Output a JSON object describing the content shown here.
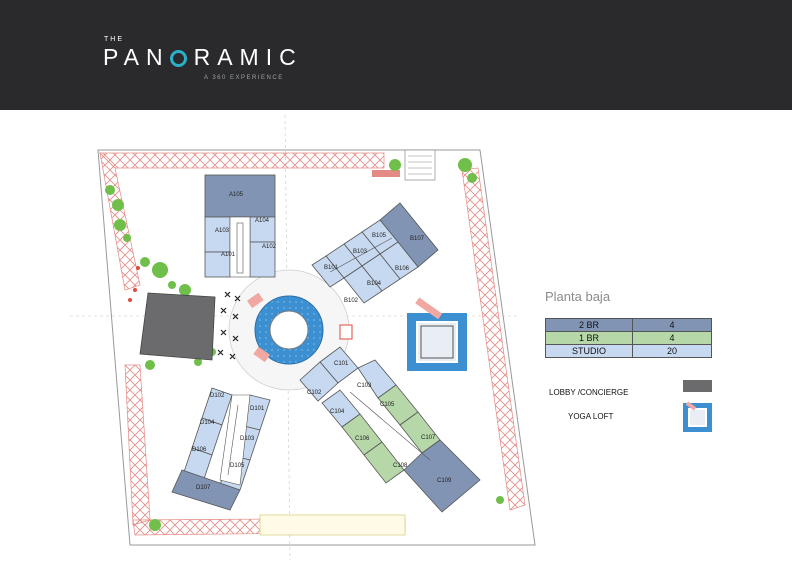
{
  "header": {
    "logo_the": "THE",
    "logo_part1": "PAN",
    "logo_part2": "RAMIC",
    "logo_tagline": "A 360 EXPERIENCE",
    "ring_color": "#2bb0c8",
    "bg_color": "#2a2a2c"
  },
  "colors": {
    "two_br": "#8294b4",
    "one_br": "#b6d7a8",
    "studio": "#c7d9f0",
    "lobby": "#6b6b6e",
    "pool": "#3c8fd0",
    "fence": "#e38a84",
    "tree": "#6fbf4a"
  },
  "plan": {
    "units": {
      "a": [
        "A105",
        "A104",
        "A103",
        "A102",
        "A101"
      ],
      "b": [
        "B107",
        "B105",
        "B103",
        "B101",
        "B106",
        "B104",
        "B102"
      ],
      "c": [
        "C101",
        "C102",
        "C103",
        "C104",
        "C105",
        "C106",
        "C107",
        "C108",
        "C109"
      ],
      "d": [
        "D102",
        "D101",
        "D104",
        "D103",
        "D106",
        "D105",
        "D107"
      ]
    }
  },
  "legend": {
    "title": "Planta baja",
    "rows": [
      {
        "type": "2 BR",
        "count": "4",
        "color": "#8294b4"
      },
      {
        "type": "1 BR",
        "count": "4",
        "color": "#b6d7a8"
      },
      {
        "type": "STUDIO",
        "count": "20",
        "color": "#c7d9f0"
      }
    ],
    "lobby_label": "LOBBY /CONCIERGE",
    "yoga_label": "YOGA LOFT"
  }
}
